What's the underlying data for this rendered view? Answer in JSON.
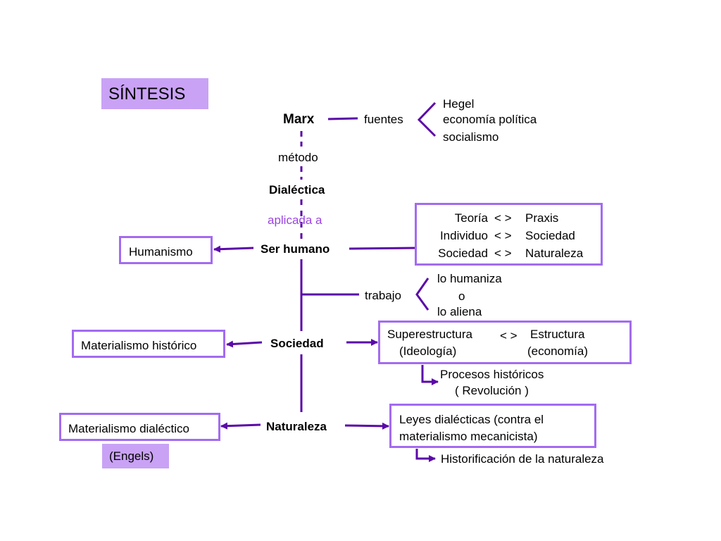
{
  "title": "SÍNTESIS",
  "marx": "Marx",
  "fuentes": "fuentes",
  "sources": [
    "Hegel",
    "economía política",
    "socialismo"
  ],
  "metodo": "método",
  "dialectica": "Dialéctica",
  "aplicada": "aplicada a",
  "ser_humano": "Ser humano",
  "humanismo": "Humanismo",
  "pairs": {
    "left": [
      "Teoría",
      "Individuo",
      "Sociedad"
    ],
    "sep": [
      "< >",
      "< >",
      "< >"
    ],
    "right": [
      "Praxis",
      "Sociedad",
      "Naturaleza"
    ]
  },
  "trabajo": "trabajo",
  "trabajo_options": [
    "lo humaniza",
    "o",
    "lo aliena"
  ],
  "sociedad": "Sociedad",
  "mat_historico": "Materialismo histórico",
  "super": {
    "left1": "Superestructura",
    "sep": "< >",
    "right1": "Estructura",
    "left2": "(Ideología)",
    "right2": "(economía)"
  },
  "procesos": [
    "Procesos históricos",
    "( Revolución )"
  ],
  "naturaleza": "Naturaleza",
  "mat_dialectico": "Materialismo dialéctico",
  "engels": "(Engels)",
  "leyes": [
    "Leyes dialécticas (contra el",
    "materialismo mecanicista)"
  ],
  "historificacion": "Historificación de la naturaleza",
  "colors": {
    "line": "#5b0aa8",
    "box_border": "#a36bf0",
    "fill": "#c9a2f5",
    "accent_text": "#9b44e0"
  }
}
